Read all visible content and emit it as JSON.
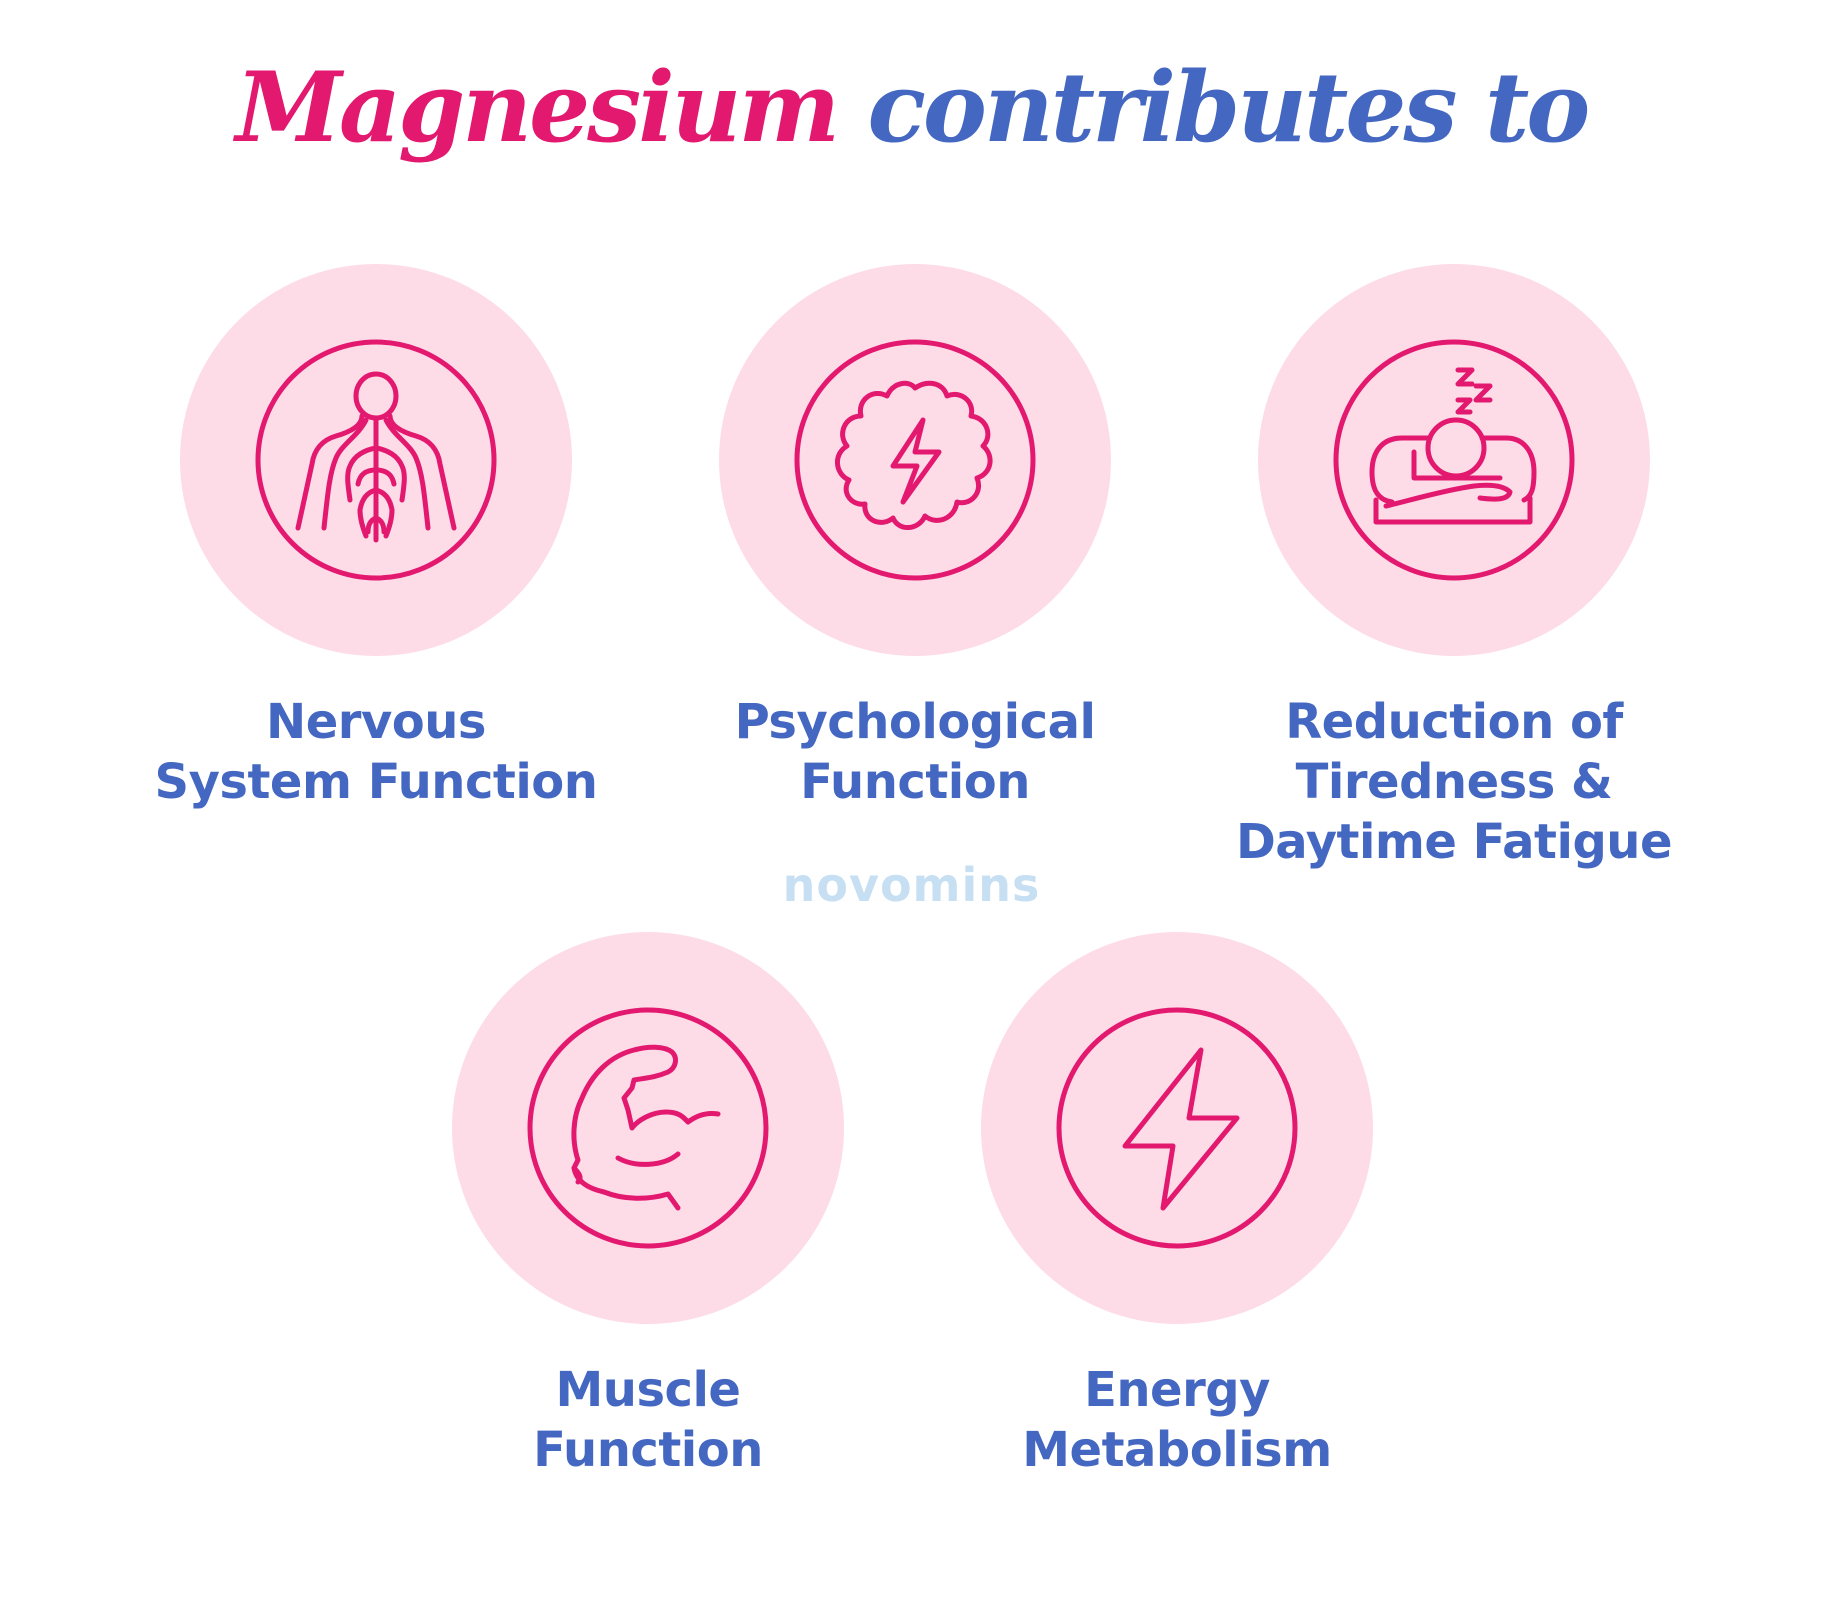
{
  "title": {
    "accent": "Magnesium",
    "rest": "contributes to"
  },
  "benefits": [
    {
      "icon": "nervous-system-icon",
      "line1": "Nervous",
      "line2": "System Function",
      "line3": ""
    },
    {
      "icon": "brain-lightning-icon",
      "line1": "Psychological",
      "line2": "Function",
      "line3": ""
    },
    {
      "icon": "sleeping-person-icon",
      "line1": "Reduction of",
      "line2": "Tiredness &",
      "line3": "Daytime Fatigue"
    },
    {
      "icon": "flexed-arm-icon",
      "line1": "Muscle",
      "line2": "Function",
      "line3": ""
    },
    {
      "icon": "lightning-bolt-icon",
      "line1": "Energy",
      "line2": "Metabolism",
      "line3": ""
    }
  ],
  "watermark": "novomins",
  "colors": {
    "accent": "#e3186f",
    "text_blue": "#4467c2",
    "disc_pink": "#fddbe7",
    "icon_stroke": "#e3186f",
    "watermark": "#c7dff3"
  }
}
